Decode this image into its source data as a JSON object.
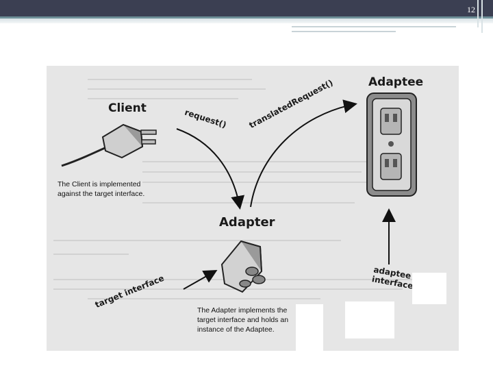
{
  "slide": {
    "number": "12"
  },
  "diagram": {
    "client": {
      "title": "Client",
      "caption_lines": [
        "The Client is implemented",
        "against the target interface."
      ]
    },
    "adapter": {
      "title": "Adapter",
      "caption_lines": [
        "The Adapter implements the",
        "target interface and holds an",
        "instance of the Adaptee."
      ]
    },
    "adaptee": {
      "title": "Adaptee"
    },
    "labels": {
      "request": "request()",
      "translated_request": "translatedRequest()",
      "target_interface": "target interface",
      "adaptee_interface_line1": "adaptee",
      "adaptee_interface_line2": "interface"
    }
  }
}
